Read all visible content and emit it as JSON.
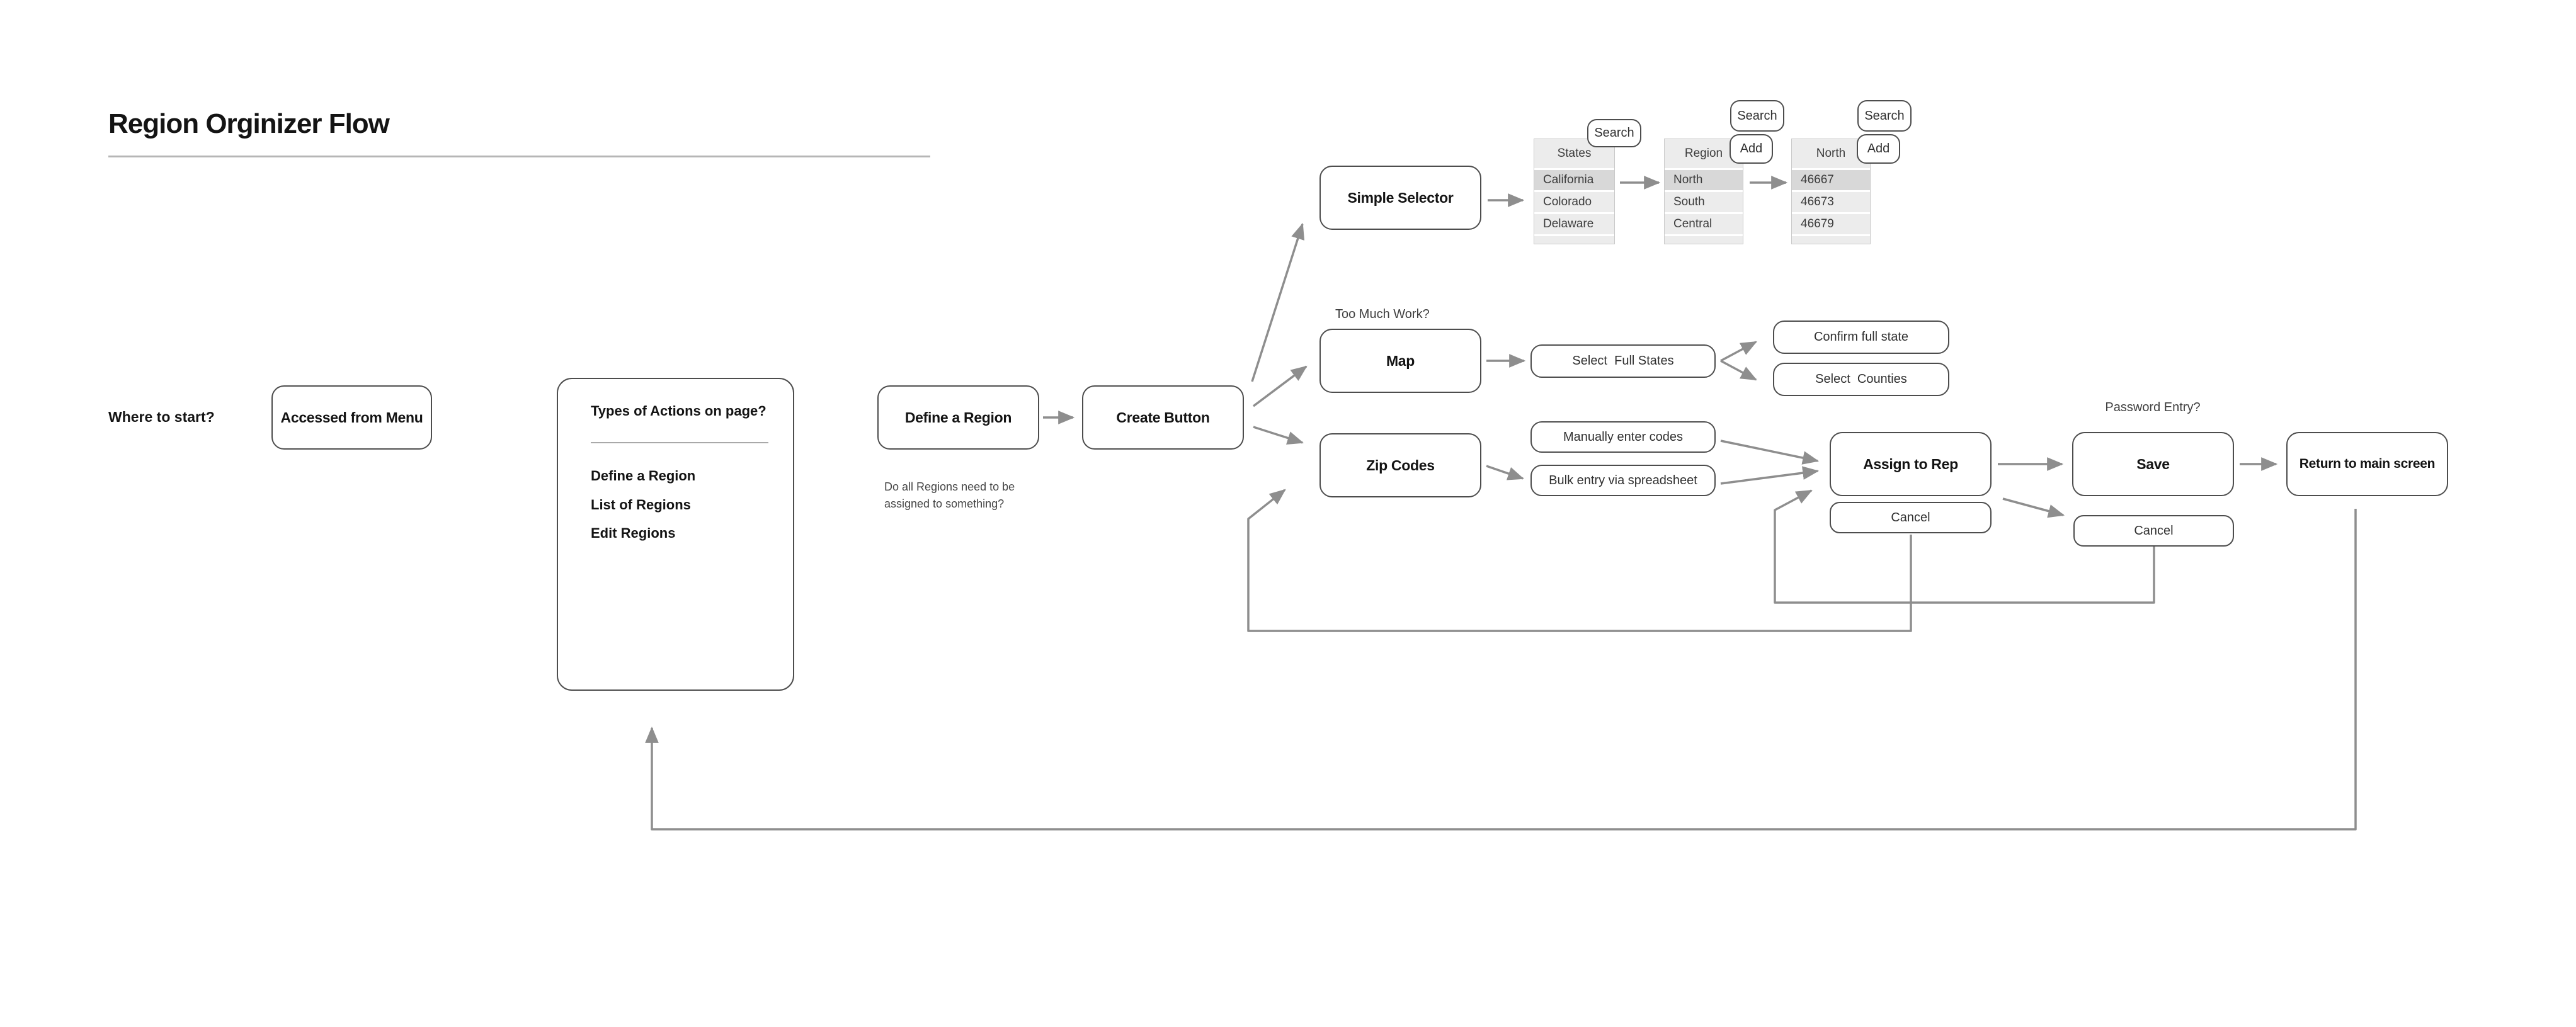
{
  "title": "Region Orginizer Flow",
  "labels": {
    "where_to_start": "Where to start?",
    "too_much_work": "Too Much Work?",
    "password_entry": "Password Entry?",
    "note_line1": "Do all Regions need to be",
    "note_line2": "assigned to something?"
  },
  "nodes": {
    "accessed_from_menu": "Accessed from Menu",
    "define_a_region": "Define a Region",
    "create_button": "Create Button",
    "simple_selector": "Simple Selector",
    "map": "Map",
    "zip_codes": "Zip Codes",
    "assign_to_rep": "Assign to Rep",
    "save": "Save",
    "return_to_main": "Return to main screen"
  },
  "actions_panel": {
    "title": "Types of Actions on page?",
    "items": [
      {
        "label": "Define a Region"
      },
      {
        "label": "List of Regions"
      },
      {
        "label": "Edit Regions"
      }
    ]
  },
  "options": {
    "select_full_states": "Select  Full States",
    "confirm_full_state": "Confirm full state",
    "select_counties": "Select  Counties",
    "manually_enter_codes": "Manually enter codes",
    "bulk_entry": "Bulk entry via spreadsheet",
    "cancel_assign": "Cancel",
    "cancel_save": "Cancel"
  },
  "buttons": {
    "search": "Search",
    "add": "Add"
  },
  "tables": {
    "states": {
      "header": "States",
      "rows": [
        {
          "label": "California",
          "selected": true
        },
        {
          "label": "Colorado",
          "selected": false
        },
        {
          "label": "Delaware",
          "selected": false
        }
      ]
    },
    "region": {
      "header": "Region",
      "rows": [
        {
          "label": "North",
          "selected": true
        },
        {
          "label": "South",
          "selected": false
        },
        {
          "label": "Central",
          "selected": false
        }
      ]
    },
    "north": {
      "header": "North",
      "rows": [
        {
          "label": "46667",
          "selected": true
        },
        {
          "label": "46673",
          "selected": false
        },
        {
          "label": "46679",
          "selected": false
        }
      ]
    }
  },
  "colors": {
    "connector": "#8e8e8e",
    "box_border": "#4d4d4d",
    "table_cell": "#ececec",
    "table_selected_row": "#d8d8d8",
    "title_rule": "#b6b6b6"
  }
}
